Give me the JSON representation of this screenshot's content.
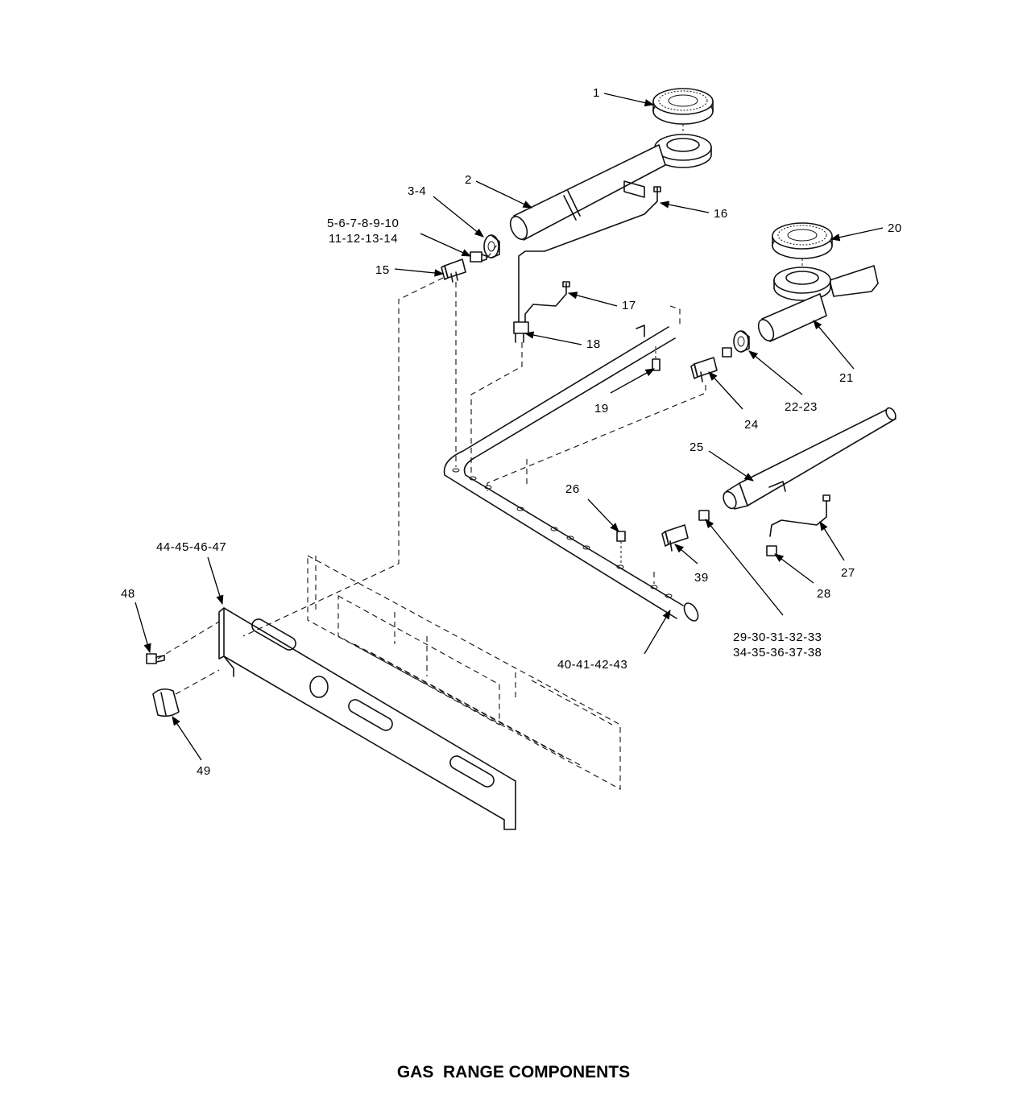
{
  "title": "GAS  RANGE COMPONENTS",
  "callouts": {
    "c1": "1",
    "c2": "2",
    "c3_4": "3-4",
    "c5_10": "5-6-7-8-9-10",
    "c11_14": "11-12-13-14",
    "c15": "15",
    "c16": "16",
    "c17": "17",
    "c18": "18",
    "c19": "19",
    "c20": "20",
    "c21": "21",
    "c22_23": "22-23",
    "c24": "24",
    "c25": "25",
    "c26": "26",
    "c27": "27",
    "c28": "28",
    "c29_33": "29-30-31-32-33",
    "c34_38": "34-35-36-37-38",
    "c39": "39",
    "c40_43": "40-41-42-43",
    "c44_47": "44-45-46-47",
    "c48": "48",
    "c49": "49"
  }
}
